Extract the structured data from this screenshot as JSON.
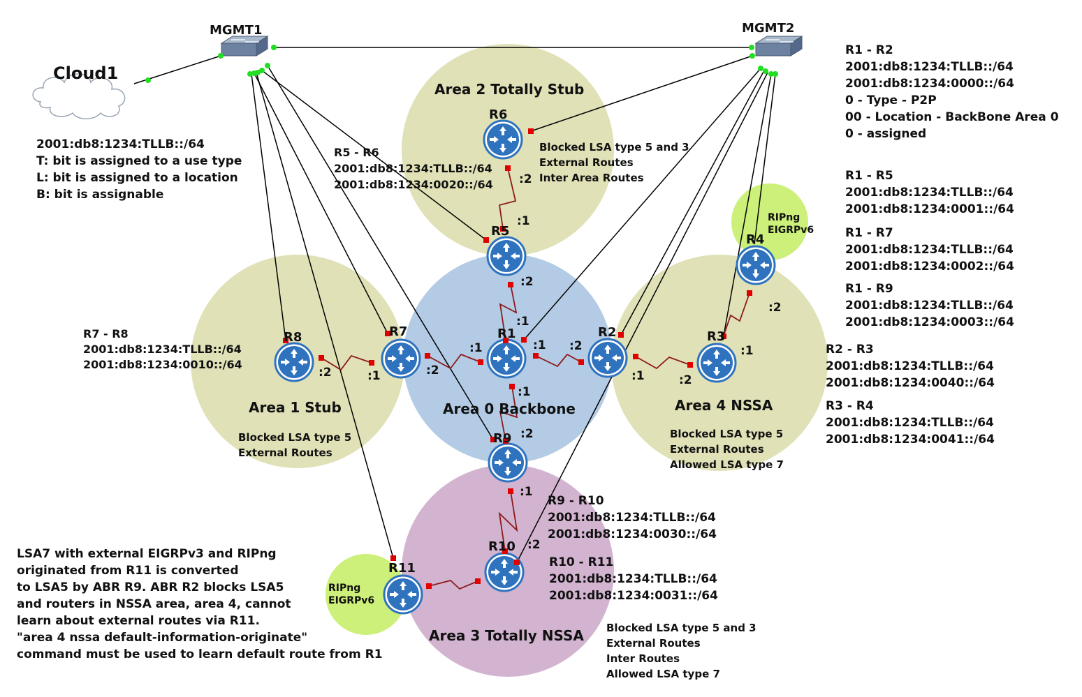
{
  "cloud": {
    "name": "Cloud1"
  },
  "switches": [
    {
      "id": "mgmt1",
      "name": "MGMT1"
    },
    {
      "id": "mgmt2",
      "name": "MGMT2"
    }
  ],
  "areas": {
    "area0": "Area 0 Backbone",
    "area1": "Area 1 Stub",
    "area2": "Area 2 Totally Stub",
    "area3": "Area 3 Totally NSSA",
    "area4": "Area 4 NSSA"
  },
  "routers": [
    "R1",
    "R2",
    "R3",
    "R4",
    "R5",
    "R6",
    "R7",
    "R8",
    "R9",
    "R10",
    "R11"
  ],
  "legend": {
    "lines": [
      "2001:db8:1234:TLLB::/64",
      "T: bit is assigned to a use type",
      "L: bit is assigned to a location",
      "B: bit is assignable"
    ]
  },
  "area_notes": {
    "area2": [
      "Blocked LSA type 5 and 3",
      "External Routes",
      "Inter Area Routes"
    ],
    "area1": [
      "Blocked LSA type 5",
      "External Routes"
    ],
    "area4": [
      "Blocked LSA type 5",
      "External Routes",
      "Allowed LSA type 7"
    ],
    "area3": [
      "Blocked LSA type 5 and 3",
      "External Routes",
      "Inter Routes",
      "Allowed LSA type 7"
    ]
  },
  "rip_clouds": [
    [
      "RIPng",
      "EIGRPv6"
    ],
    [
      "RIPng",
      "EIGRPv6"
    ]
  ],
  "links": {
    "r1_r2": [
      "R1 - R2",
      "2001:db8:1234:TLLB::/64",
      "2001:db8:1234:0000::/64",
      "0 - Type - P2P",
      "00 - Location - BackBone Area 0",
      "0 - assigned"
    ],
    "r1_r5": [
      "R1 - R5",
      "2001:db8:1234:TLLB::/64",
      "2001:db8:1234:0001::/64"
    ],
    "r1_r7": [
      "R1 - R7",
      "2001:db8:1234:TLLB::/64",
      "2001:db8:1234:0002::/64"
    ],
    "r1_r9": [
      "R1 - R9",
      "2001:db8:1234:TLLB::/64",
      "2001:db8:1234:0003::/64"
    ],
    "r2_r3": [
      "R2 - R3",
      "2001:db8:1234:TLLB::/64",
      "2001:db8:1234:0040::/64"
    ],
    "r3_r4": [
      "R3 - R4",
      "2001:db8:1234:TLLB::/64",
      "2001:db8:1234:0041::/64"
    ],
    "r5_r6": [
      "R5 - R6",
      "2001:db8:1234:TLLB::/64",
      "2001:db8:1234:0020::/64"
    ],
    "r7_r8": [
      "R7 - R8",
      "2001:db8:1234:TLLB::/64",
      "2001:db8:1234:0010::/64"
    ],
    "r9_r10": [
      "R9 - R10",
      "2001:db8:1234:TLLB::/64",
      "2001:db8:1234:0030::/64"
    ],
    "r10_r11": [
      "R10 - R11",
      "2001:db8:1234:TLLB::/64",
      "2001:db8:1234:0031::/64"
    ]
  },
  "lsa_note": [
    "LSA7 with external EIGRPv3 and RIPng",
    "originated from R11 is converted",
    "to LSA5 by ABR R9. ABR R2 blocks LSA5",
    "and routers in NSSA area, area 4, cannot",
    "learn about external routes via R11.",
    "\"area 4 nssa default-information-originate\"",
    "command must be used to learn default route from R1"
  ],
  "iface": {
    "one": ":1",
    "two": ":2"
  },
  "colors": {
    "area0": "#b3cbe4",
    "stub": "#e0e1b7",
    "area3": "#d2b4d0",
    "rip": "#ccf07a",
    "router": "#2f73bf",
    "serial": "#8b1a1a",
    "port_red": "#e00000",
    "port_green": "#22dd22"
  }
}
